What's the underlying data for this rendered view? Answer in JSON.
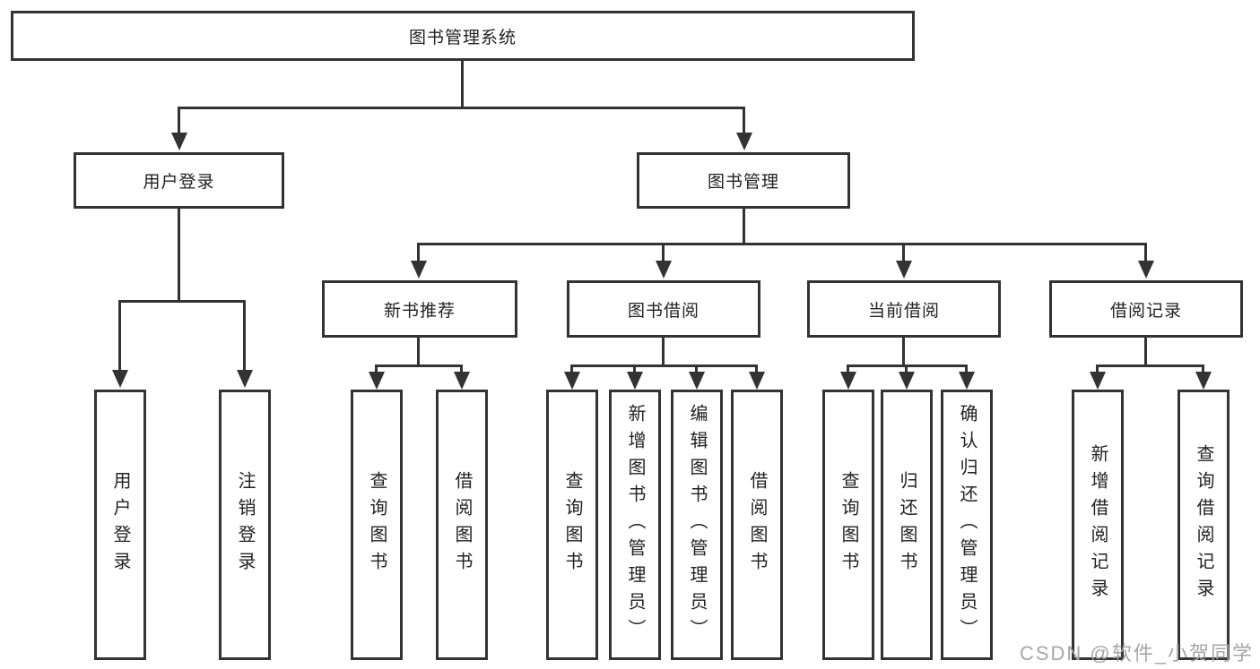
{
  "diagram": {
    "title_note": "",
    "root": {
      "label": "图书管理系统"
    },
    "branches": [
      {
        "label": "用户登录",
        "children": [
          {
            "label": "用户登录"
          },
          {
            "label": "注销登录"
          }
        ]
      },
      {
        "label": "图书管理",
        "children": [
          {
            "label": "新书推荐",
            "children": [
              {
                "label": "查询图书"
              },
              {
                "label": "借阅图书"
              }
            ]
          },
          {
            "label": "图书借阅",
            "children": [
              {
                "label": "查询图书"
              },
              {
                "label": "新增图书（管理员）"
              },
              {
                "label": "编辑图书（管理员）"
              },
              {
                "label": "借阅图书"
              }
            ]
          },
          {
            "label": "当前借阅",
            "children": [
              {
                "label": "查询图书"
              },
              {
                "label": "归还图书"
              },
              {
                "label": "确认归还（管理员）"
              }
            ]
          },
          {
            "label": "借阅记录",
            "children": [
              {
                "label": "新增借阅记录"
              },
              {
                "label": "查询借阅记录"
              }
            ]
          }
        ]
      }
    ]
  },
  "watermark": {
    "text": "CSDN @软件_小贺同学"
  },
  "colors": {
    "line": "#333333",
    "text": "#222222",
    "watermark": "#a6a6a6",
    "background": "#ffffff"
  }
}
